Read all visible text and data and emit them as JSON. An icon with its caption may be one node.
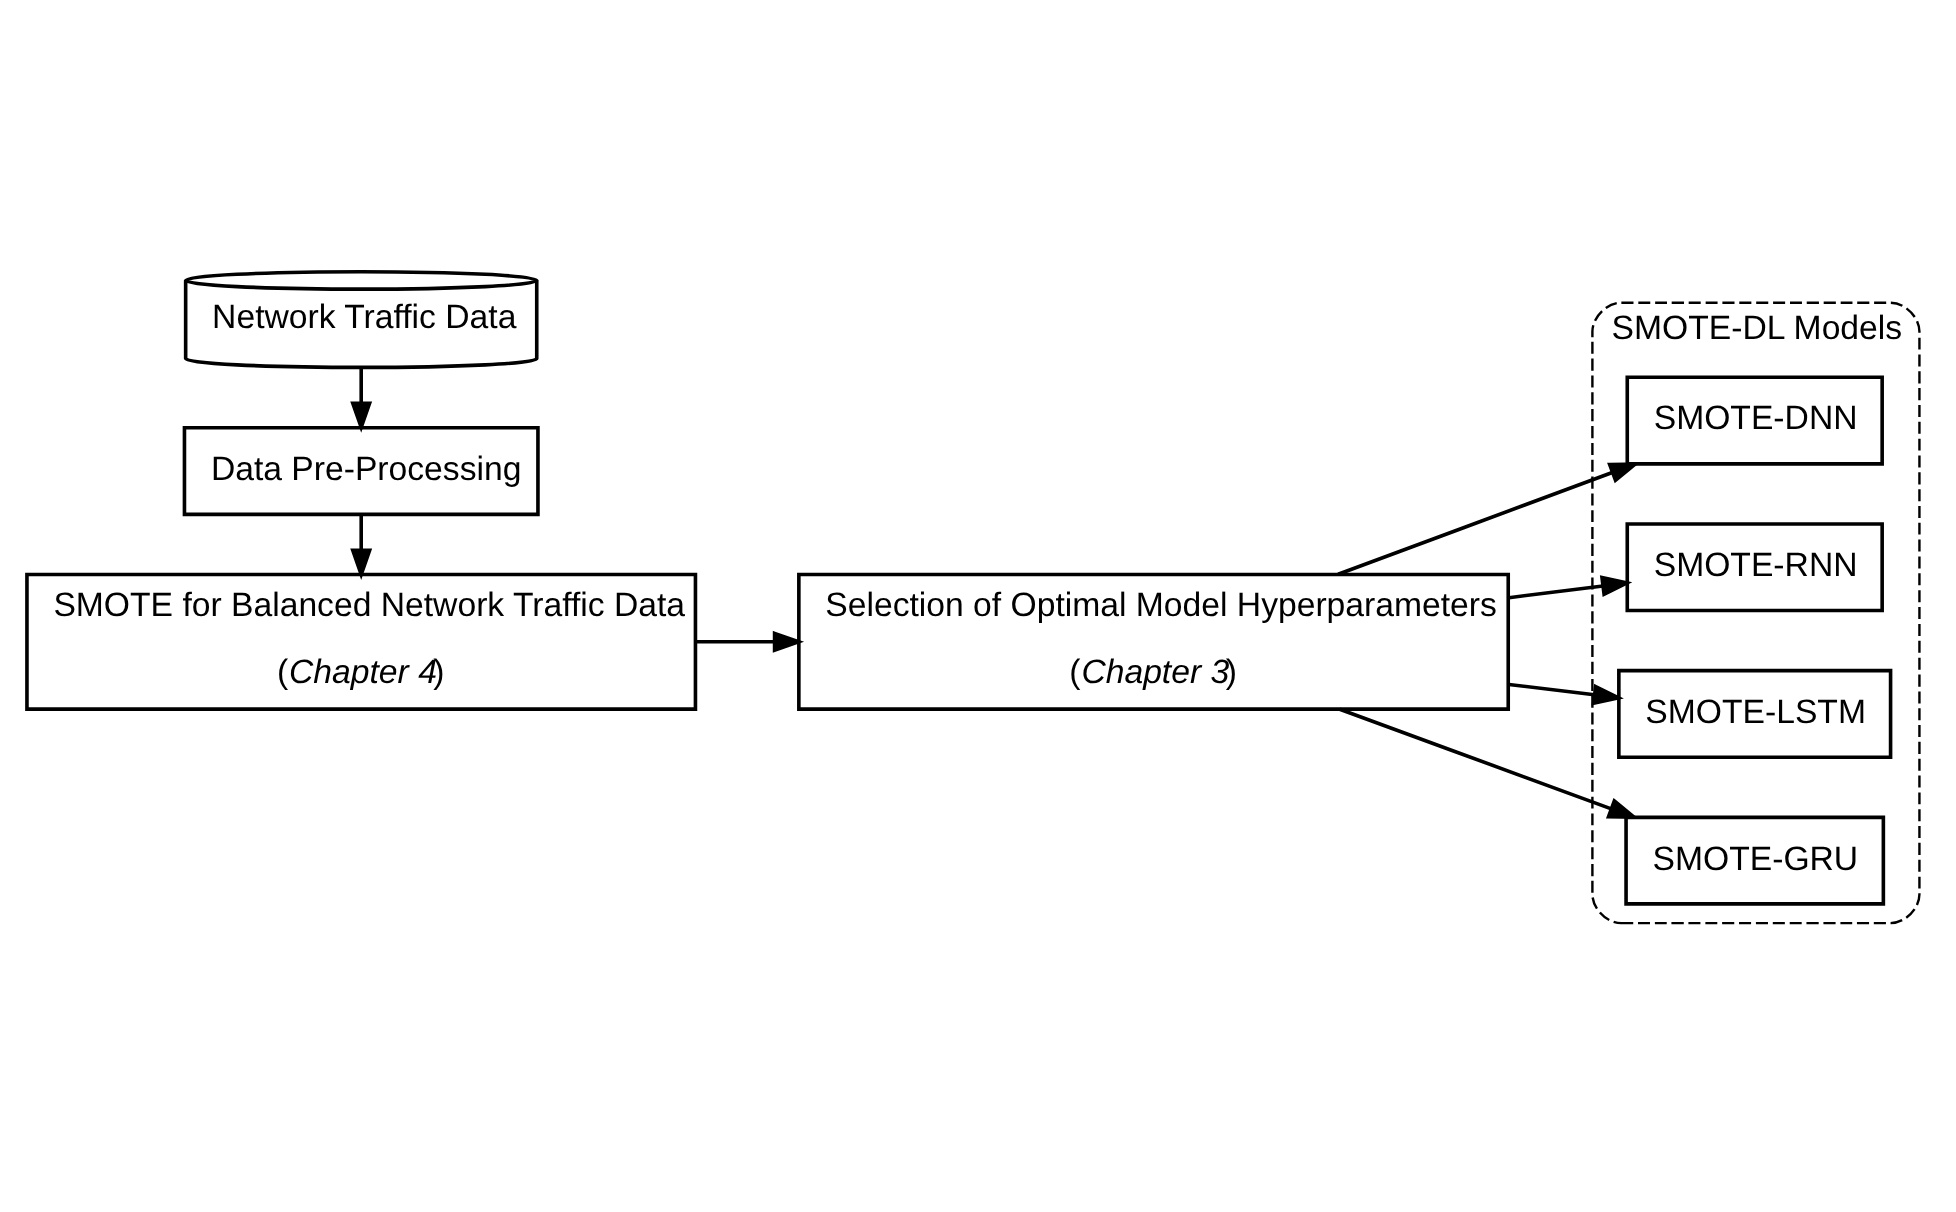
{
  "diagram": {
    "nodes": [
      {
        "text": [
          "Network Traffic Data"
        ]
      },
      {
        "text": [
          "Data Pre-Processing"
        ]
      },
      {
        "text": [
          "SMOTE for Balanced Network Traffic Data",
          "(*Chapter 4*)"
        ]
      },
      {
        "text": [
          "Selection of Optimal Model Hyperparameters",
          "(*Chapter 3*)"
        ]
      },
      {
        "text": [
          "SMOTE-DL Models"
        ]
      },
      {
        "text": [
          "SMOTE-DNN"
        ],
        "in": 4
      },
      {
        "text": [
          "SMOTE-RNN"
        ],
        "in": 4
      },
      {
        "text": [
          "SMOTE-LSTM"
        ],
        "in": 4
      },
      {
        "text": [
          "SMOTE-GRU"
        ],
        "in": 4
      }
    ],
    "edges": [
      {
        "from": 0,
        "to": 1,
        "arrow": "to"
      },
      {
        "from": 1,
        "to": 2,
        "arrow": "to"
      },
      {
        "from": 2,
        "to": 3,
        "arrow": "to"
      },
      {
        "from": 3,
        "to": 5,
        "arrow": "to"
      },
      {
        "from": 3,
        "to": 6,
        "arrow": "to"
      },
      {
        "from": 3,
        "to": 7,
        "arrow": "to"
      },
      {
        "from": 3,
        "to": 8,
        "arrow": "to"
      }
    ]
  }
}
